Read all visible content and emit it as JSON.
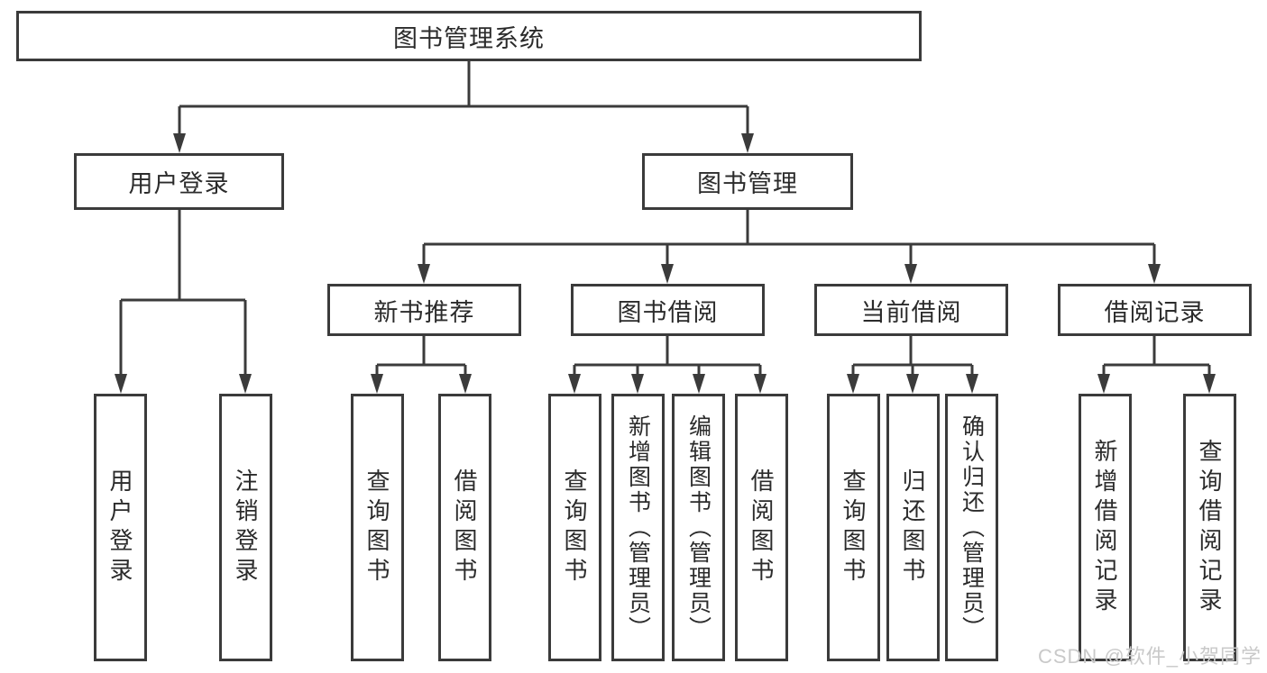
{
  "diagram": {
    "root": "图书管理系统",
    "level2": {
      "user_login": "用户登录",
      "book_mgmt": "图书管理"
    },
    "level3": {
      "new_book_rec": "新书推荐",
      "book_borrow": "图书借阅",
      "current_borrow": "当前借阅",
      "borrow_record": "借阅记录"
    },
    "leaves": {
      "user_login": [
        "用户登录",
        "注销登录"
      ],
      "new_book_rec": [
        "查询图书",
        "借阅图书"
      ],
      "book_borrow": [
        "查询图书",
        "新增图书（管理员）",
        "编辑图书（管理员）",
        "借阅图书"
      ],
      "current_borrow": [
        "查询图书",
        "归还图书",
        "确认归还（管理员）"
      ],
      "borrow_record": [
        "新增借阅记录",
        "查询借阅记录"
      ]
    }
  },
  "watermark": "CSDN @软件_小贺同学",
  "colors": {
    "line": "#3b3b3b",
    "text": "#2b2b2b",
    "watermark": "#c9c9c9",
    "background": "#ffffff"
  }
}
